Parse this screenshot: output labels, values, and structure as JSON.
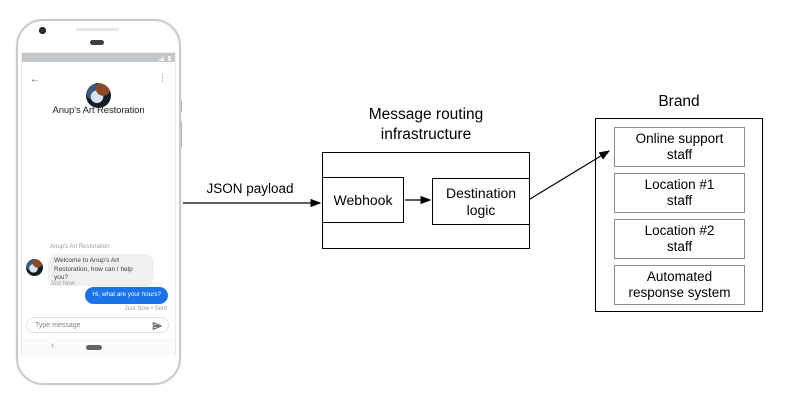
{
  "diagram": {
    "json_payload_label": "JSON payload",
    "routing": {
      "title_lines": [
        "Message routing",
        "infrastructure"
      ],
      "webhook_label": "Webhook",
      "destination_lines": [
        "Destination",
        "logic"
      ]
    },
    "brand": {
      "title": "Brand",
      "items": [
        {
          "lines": [
            "Online support",
            "staff"
          ]
        },
        {
          "lines": [
            "Location #1",
            "staff"
          ]
        },
        {
          "lines": [
            "Location #2",
            "staff"
          ]
        },
        {
          "lines": [
            "Automated",
            "response system"
          ]
        }
      ]
    }
  },
  "phone": {
    "header": {
      "title": "Anup's Art Restoration"
    },
    "icons": {
      "back": "←",
      "overflow": "⋮",
      "nav_back": "‹"
    },
    "conversation": {
      "sender_label": "Anup's Art Restoration",
      "incoming_message": "Welcome to Anup's Art Restoration, how can I help you?",
      "incoming_timestamp": "Just Now",
      "outgoing_message": "Hi, what are your hours?",
      "outgoing_timestamp": "Just Now • Sent"
    },
    "composer": {
      "placeholder": "Type message"
    }
  },
  "colors": {
    "outgoing_bubble": "#1a73e8",
    "incoming_bubble": "#f0f0f0",
    "status_bar": "#c4c7c9",
    "diagram_line": "#000000",
    "brand_item_border": "#8d8d8d"
  }
}
